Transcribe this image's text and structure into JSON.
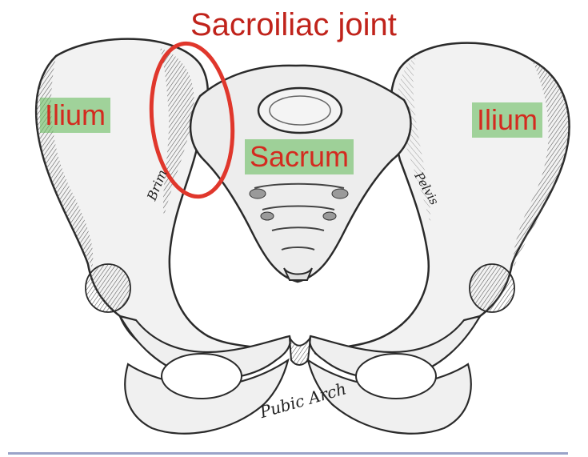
{
  "title": "Sacroiliac joint",
  "labels": {
    "ilium_left": "Ilium",
    "ilium_right": "Ilium",
    "sacrum": "Sacrum"
  },
  "engraving_text": {
    "brim": "Brim",
    "pelvis": "Pelvis",
    "pubic_arch": "Pubic Arch"
  },
  "colors": {
    "label_text": "#d42a1f",
    "label_background": "#6ebe64",
    "joint_circle": "#e0372c",
    "bone_fill": "#f2f2f2",
    "bone_shade": "#8a8a8a",
    "outline": "#2a2a2a"
  }
}
